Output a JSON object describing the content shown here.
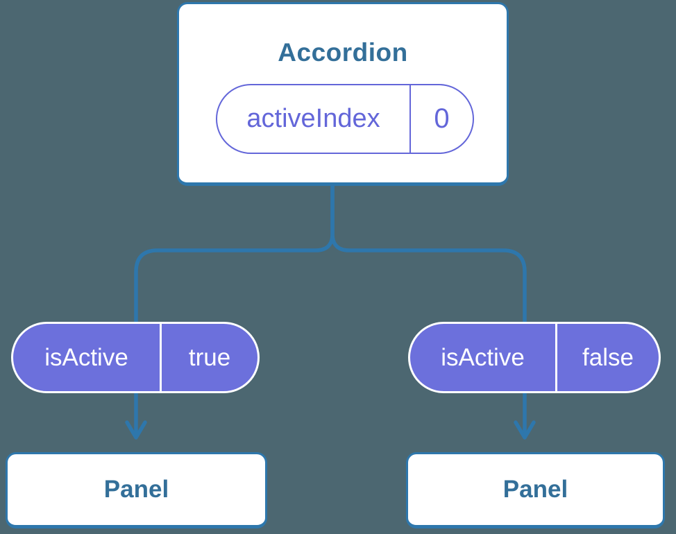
{
  "colors": {
    "background": "#4c6771",
    "connector_blue": "#2e77ac",
    "component_text": "#336f99",
    "prop_purple": "#6366d9",
    "prop_fill": "#6c70dc",
    "box_bg": "#ffffff",
    "pill_text_light": "#ffffff"
  },
  "root": {
    "title": "Accordion",
    "state": {
      "name": "activeIndex",
      "value": "0"
    }
  },
  "children": [
    {
      "prop": {
        "name": "isActive",
        "value": "true"
      },
      "title": "Panel"
    },
    {
      "prop": {
        "name": "isActive",
        "value": "false"
      },
      "title": "Panel"
    }
  ]
}
